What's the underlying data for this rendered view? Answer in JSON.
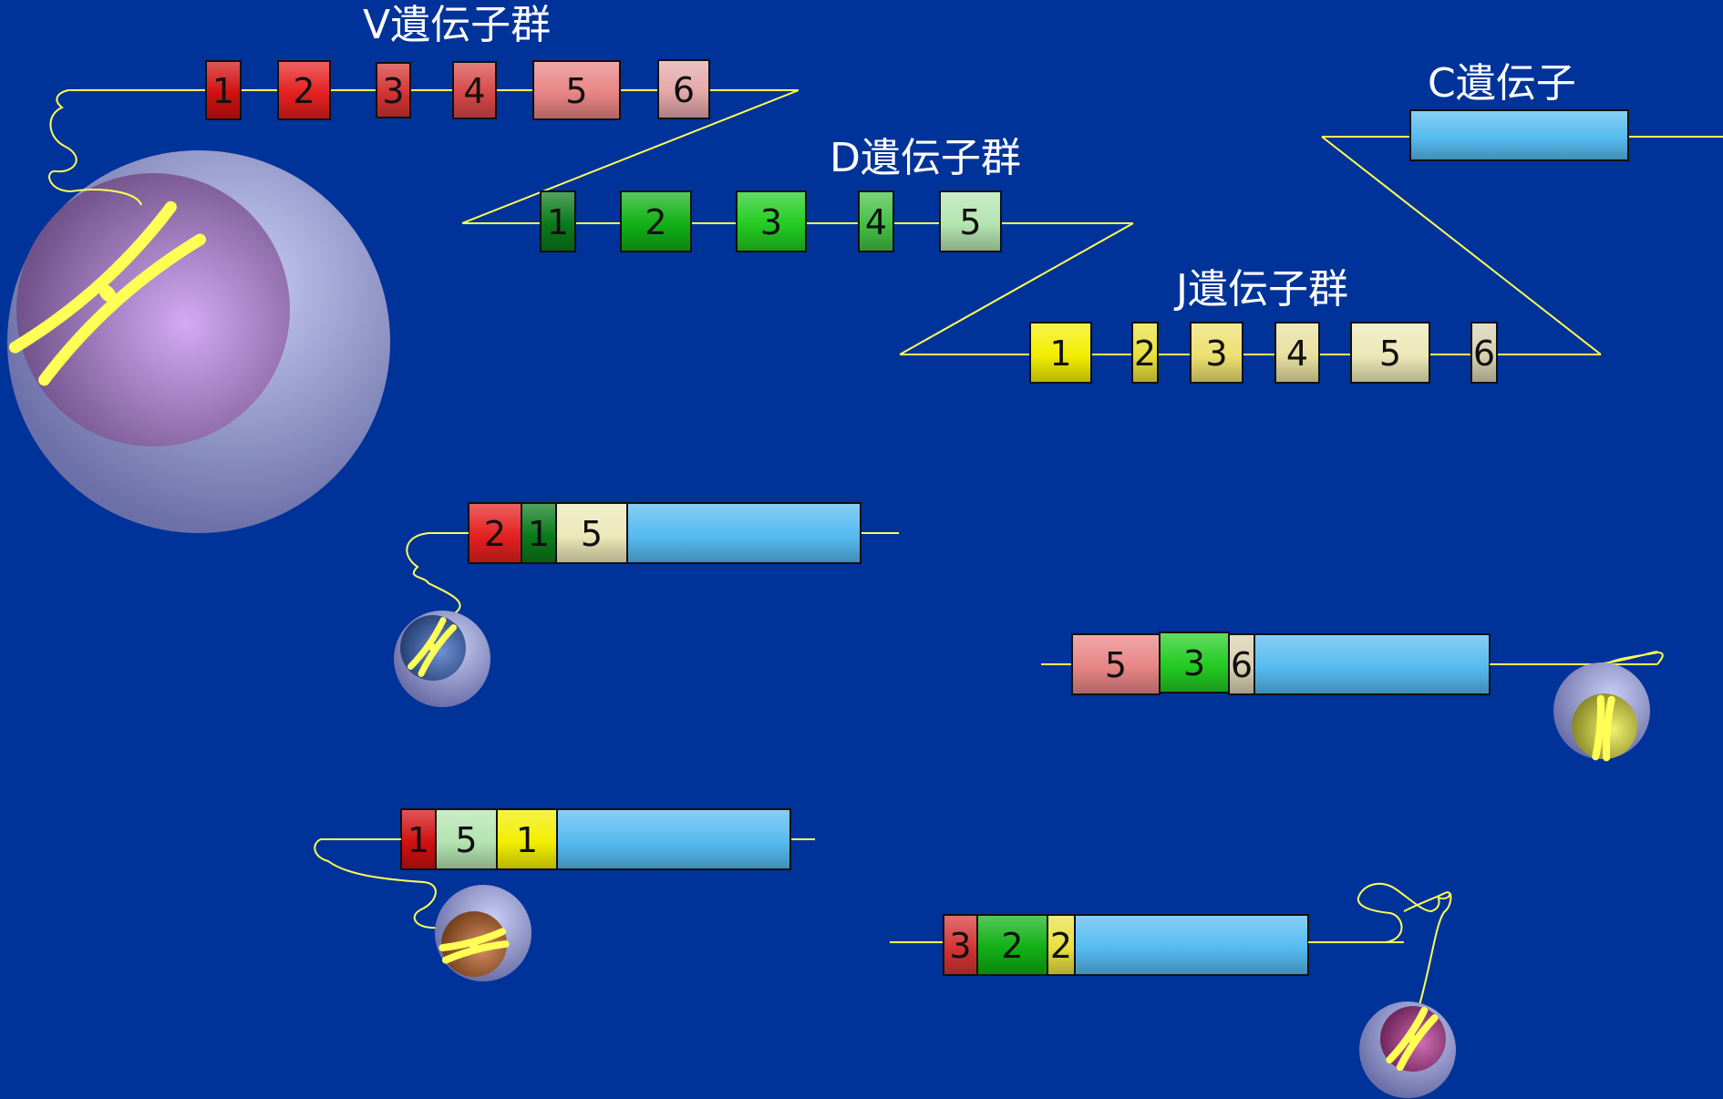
{
  "labels": {
    "v_group": "V遺伝子群",
    "d_group": "D遺伝子群",
    "j_group": "J遺伝子群",
    "c_gene": "C遺伝子"
  },
  "germline": {
    "v_segments": [
      "1",
      "2",
      "3",
      "4",
      "5",
      "6"
    ],
    "d_segments": [
      "1",
      "2",
      "3",
      "4",
      "5"
    ],
    "j_segments": [
      "1",
      "2",
      "3",
      "4",
      "5",
      "6"
    ]
  },
  "recombined": [
    {
      "v": "2",
      "d": "1",
      "j": "5"
    },
    {
      "v": "5",
      "d": "3",
      "j": "6"
    },
    {
      "v": "1",
      "d": "5",
      "j": "1"
    },
    {
      "v": "3",
      "d": "2",
      "j": "2"
    }
  ],
  "colors": {
    "background": "#003399",
    "strand": "#ffff55",
    "c_segment": "#55bbf0",
    "v": [
      "#d01010",
      "#e42020",
      "#d43434",
      "#d84848",
      "#e88484",
      "#e4a8a8"
    ],
    "d": [
      "#0a7a1a",
      "#10b016",
      "#22cc22",
      "#44c044",
      "#b4e4b0"
    ],
    "j": [
      "#f2ee00",
      "#e8e040",
      "#ece070",
      "#e8e0a0",
      "#ece8b8",
      "#d8d0b0"
    ],
    "nuclei": [
      "#c48cf0",
      "#3e6cc8",
      "#eeee40",
      "#c86a2c",
      "#c03c9c"
    ]
  }
}
